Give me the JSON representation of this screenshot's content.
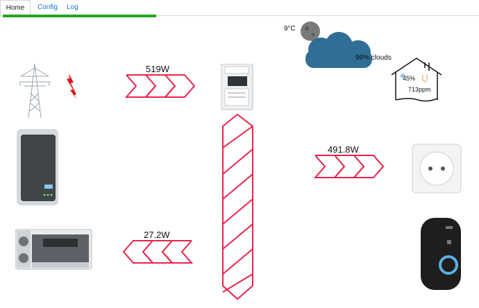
{
  "nav": {
    "tabs": [
      {
        "label": "Home",
        "active": true
      },
      {
        "label": "Config",
        "active": false
      },
      {
        "label": "Log",
        "active": false
      }
    ],
    "progress_fraction": 0.32
  },
  "weather": {
    "temperature": "9°C",
    "clouds": "99% clouds"
  },
  "indoor": {
    "humidity": "45%",
    "co2": "713ppm"
  },
  "flows": {
    "grid": {
      "value": "519W",
      "direction": "right"
    },
    "battery": {
      "value": "27.2W",
      "direction": "left"
    },
    "consumption": {
      "value": "491.8W",
      "direction": "right"
    }
  },
  "colors": {
    "arrow": "#e8234a",
    "cloud": "#2f6f96",
    "progress": "#1fa81f",
    "link": "#1a73c8"
  }
}
